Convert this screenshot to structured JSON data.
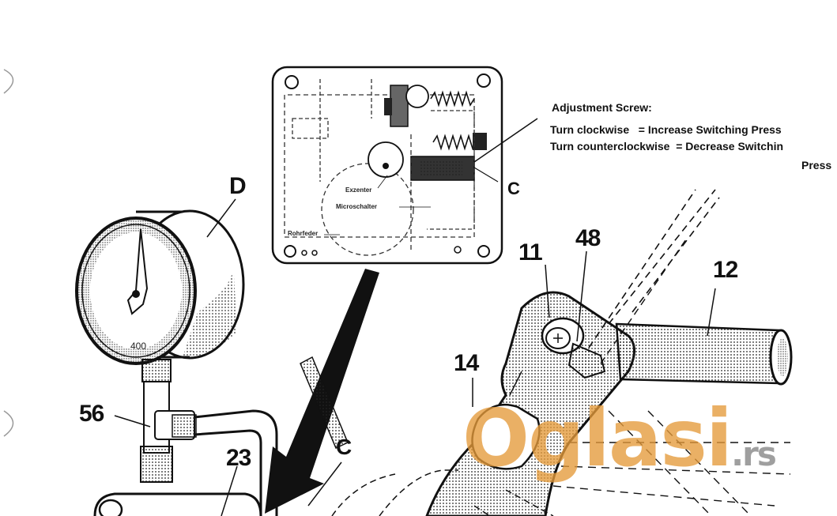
{
  "callouts": {
    "D": "D",
    "C_upper": "C",
    "C_lower": "C",
    "n11": "11",
    "n48": "48",
    "n12": "12",
    "n14": "14",
    "n56": "56",
    "n23": "23"
  },
  "gauge": {
    "scale_label": "400"
  },
  "inset": {
    "exzenter": "Exzenter",
    "microschalter": "Microschalter",
    "rohrfeder": "Rohrfeder"
  },
  "adjustment_note": {
    "heading": "Adjustment Screw:",
    "line1": "Turn clockwise   = Increase Switching Press",
    "line2": "Turn counterclockwise  = Decrease Switchin",
    "line3": "Press"
  },
  "watermark": {
    "brand": "Oglasi",
    "tld": ".rs"
  }
}
